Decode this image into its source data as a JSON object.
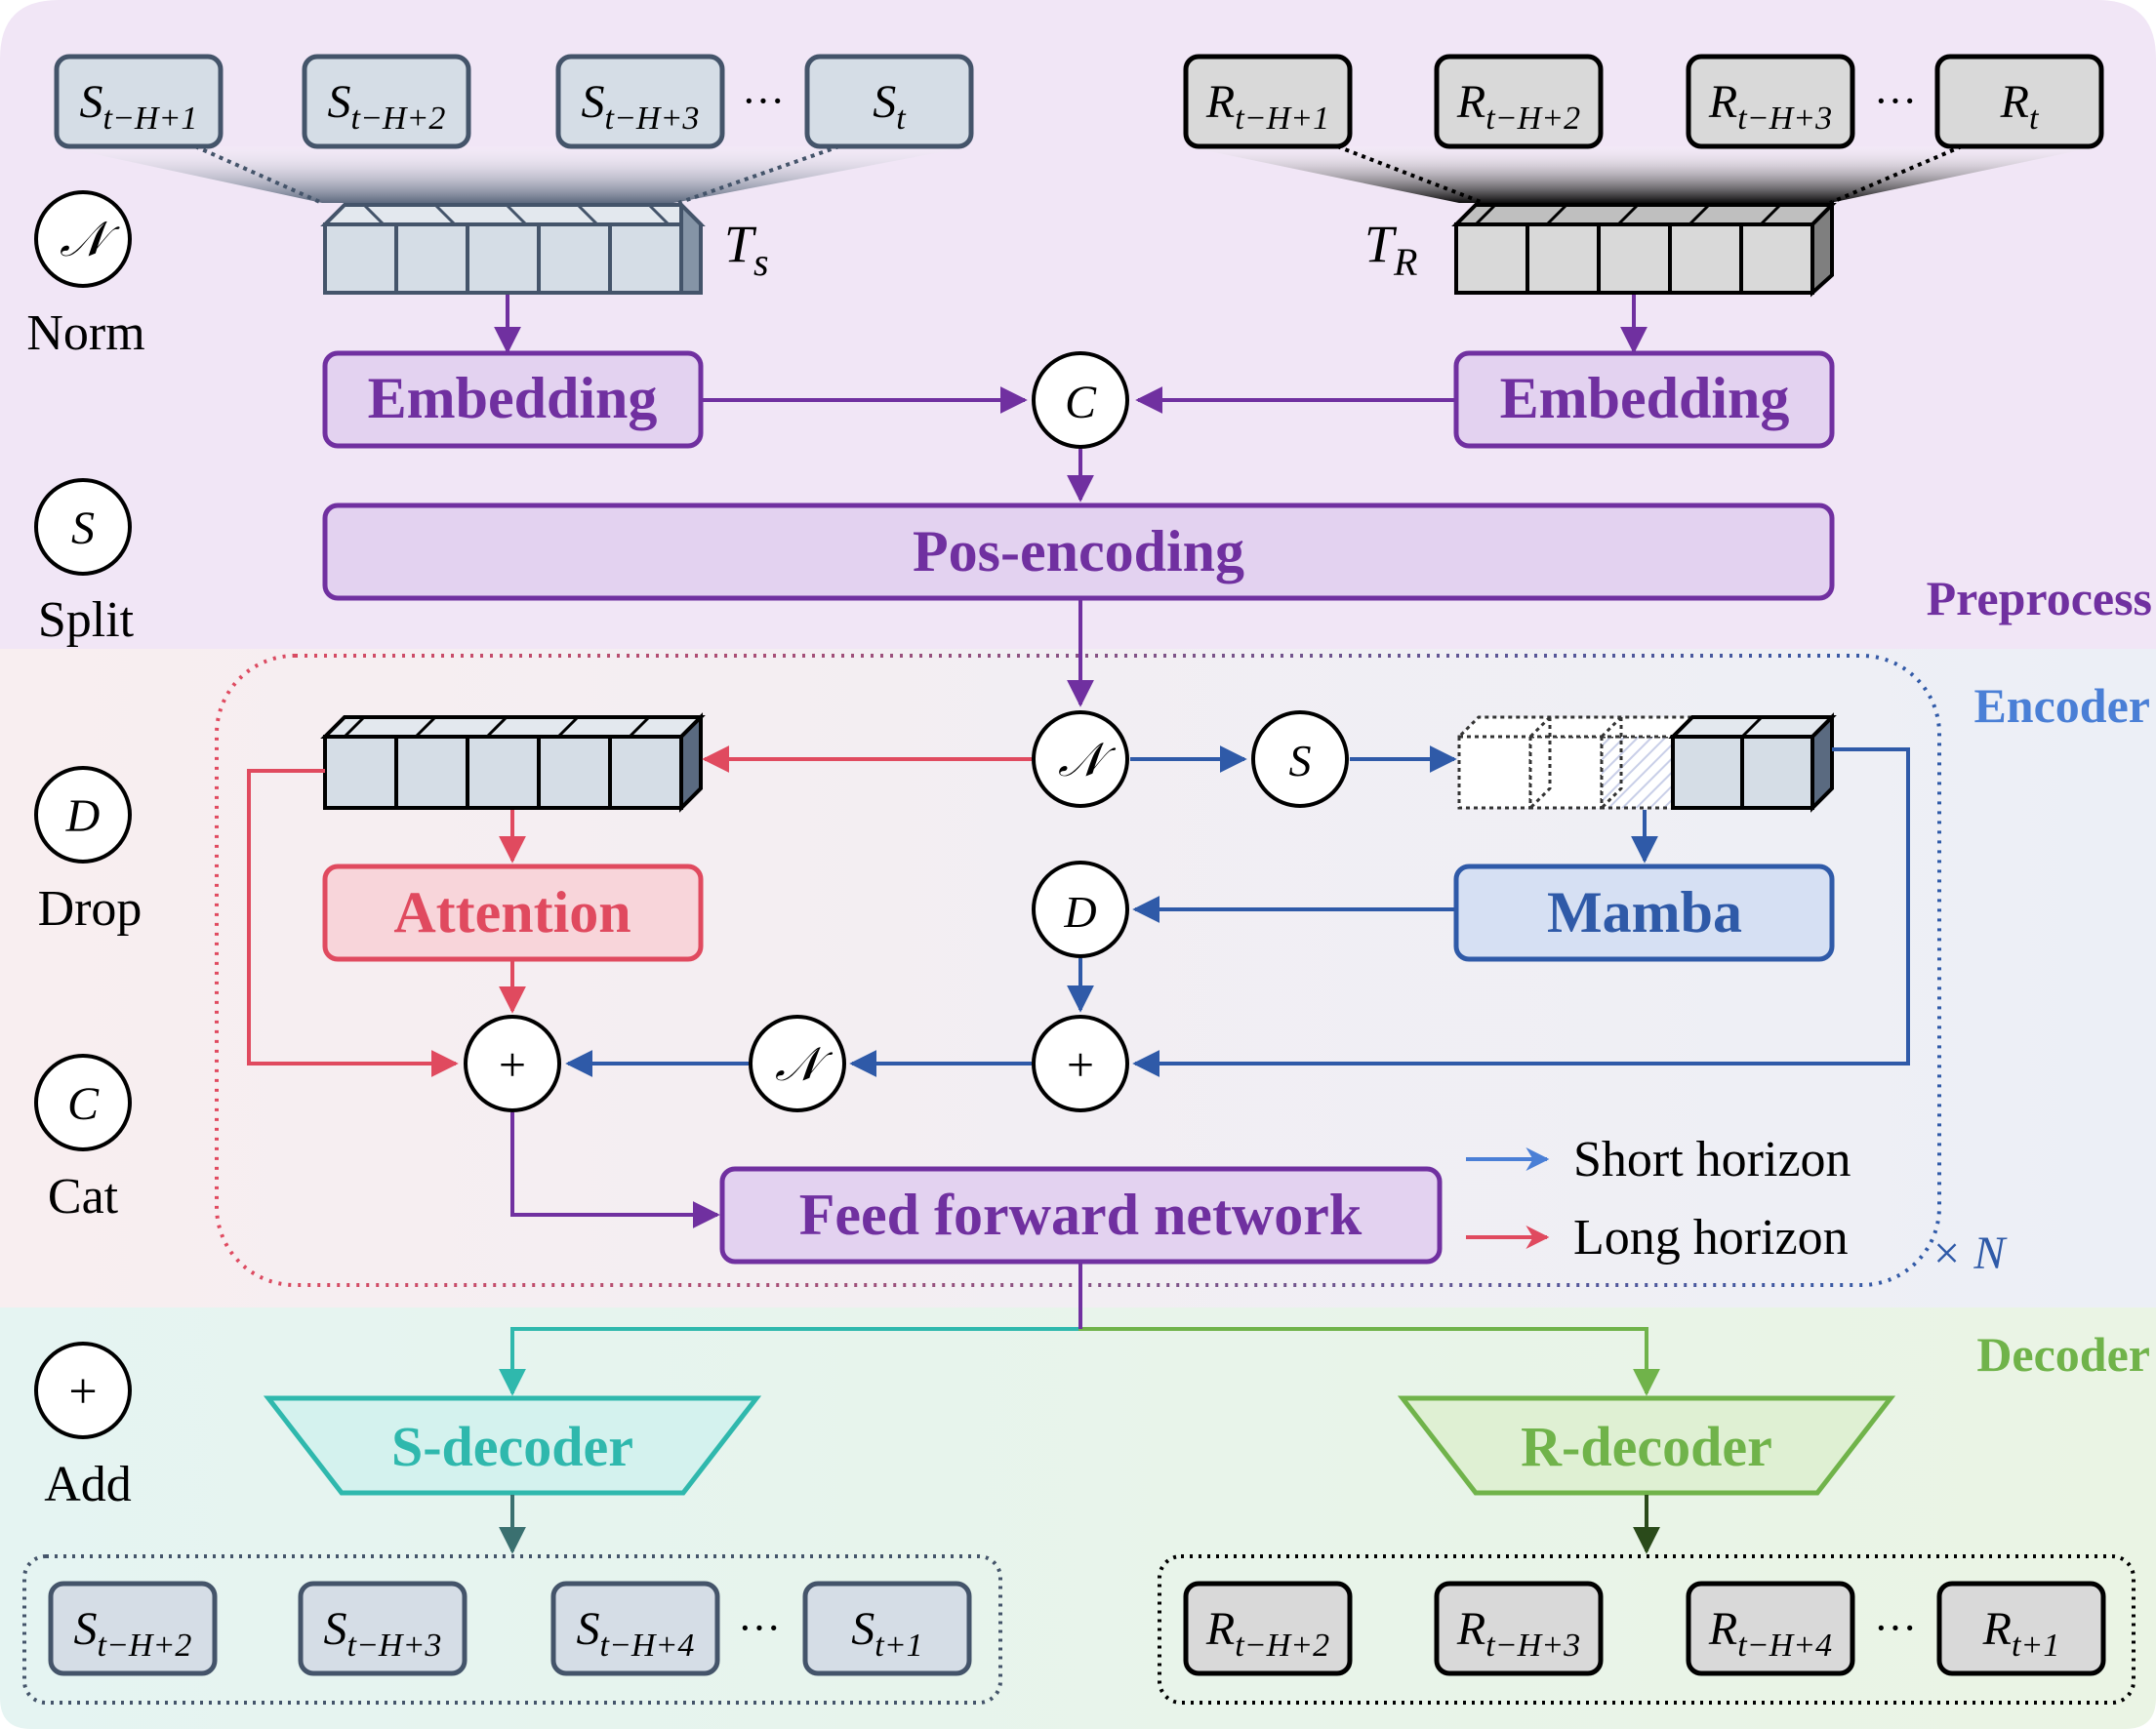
{
  "sections": {
    "preprocess": "Preprocess",
    "encoder": "Encoder",
    "decoder": "Decoder"
  },
  "legend_ops": [
    {
      "symbol": "𝒩",
      "label": "Norm"
    },
    {
      "symbol": "S",
      "label": "Split"
    },
    {
      "symbol": "D",
      "label": "Drop"
    },
    {
      "symbol": "C",
      "label": "Cat"
    },
    {
      "symbol": "+",
      "label": "Add"
    }
  ],
  "inputs_s": [
    {
      "base": "S",
      "sub": "t−H+1"
    },
    {
      "base": "S",
      "sub": "t−H+2"
    },
    {
      "base": "S",
      "sub": "t−H+3"
    },
    {
      "base": "S",
      "sub": "t"
    }
  ],
  "inputs_r": [
    {
      "base": "R",
      "sub": "t−H+1"
    },
    {
      "base": "R",
      "sub": "t−H+2"
    },
    {
      "base": "R",
      "sub": "t−H+3"
    },
    {
      "base": "R",
      "sub": "t"
    }
  ],
  "outputs_s": [
    {
      "base": "S",
      "sub": "t−H+2"
    },
    {
      "base": "S",
      "sub": "t−H+3"
    },
    {
      "base": "S",
      "sub": "t−H+4"
    },
    {
      "base": "S",
      "sub": "t+1"
    }
  ],
  "outputs_r": [
    {
      "base": "R",
      "sub": "t−H+2"
    },
    {
      "base": "R",
      "sub": "t−H+3"
    },
    {
      "base": "R",
      "sub": "t−H+4"
    },
    {
      "base": "R",
      "sub": "t+1"
    }
  ],
  "ellipsis": "···",
  "tensor_s": {
    "base": "T",
    "sub": "s"
  },
  "tensor_r": {
    "base": "T",
    "sub": "R"
  },
  "blocks": {
    "embedding_s": "Embedding",
    "embedding_r": "Embedding",
    "pos_encoding": "Pos-encoding",
    "attention": "Attention",
    "mamba": "Mamba",
    "ffn": "Feed forward network",
    "s_decoder": "S-decoder",
    "r_decoder": "R-decoder"
  },
  "ops": {
    "cat": "C",
    "norm_top": "𝒩",
    "split": "S",
    "drop": "D",
    "add_right": "+",
    "norm_mid": "𝒩",
    "add_left": "+"
  },
  "legend": {
    "short": "Short horizon",
    "long": "Long horizon"
  },
  "repeat": "× N",
  "colors": {
    "preprocess_bg": "#f1e6f6",
    "encoder_bg": "#f5eef2",
    "decoder_bg": "#e7f4ef",
    "purple": "#7030a0",
    "purple_fill": "#e3d2f0",
    "red": "#e04a5f",
    "red_fill": "#f8d5da",
    "blue": "#2f5aa8",
    "blue_fill": "#d6e0f3",
    "teal": "#2fb8ad",
    "teal_fill": "#d4f2ee",
    "green": "#70b34a",
    "green_fill": "#dff0d3",
    "s_box_fill": "#d5dde6",
    "s_box_stroke": "#44546a",
    "r_box_fill": "#d9d9d9",
    "r_box_stroke": "#000000"
  }
}
